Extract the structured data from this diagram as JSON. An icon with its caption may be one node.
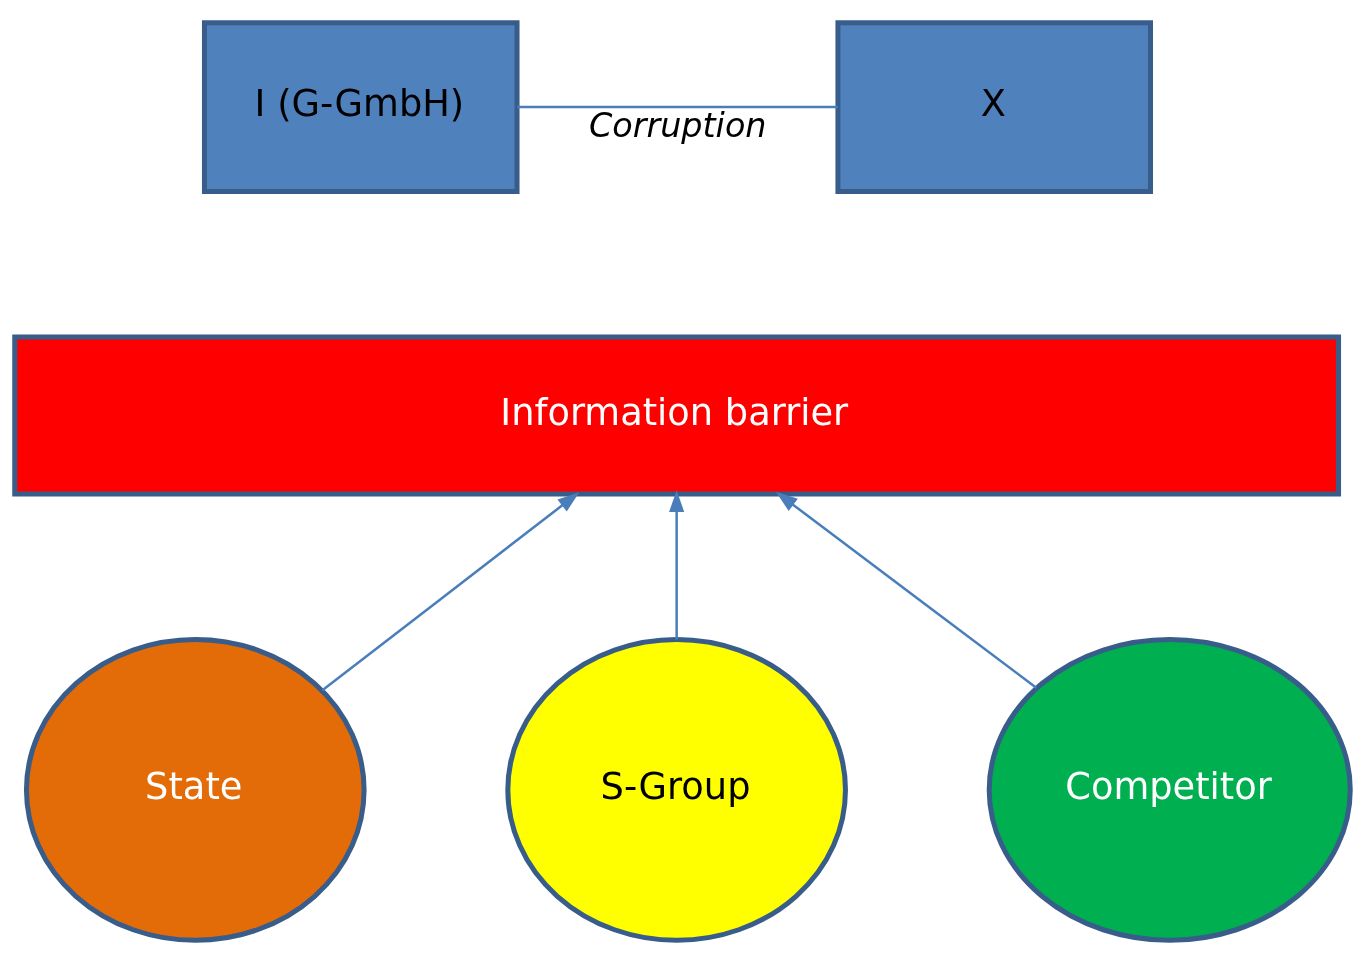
{
  "diagram": {
    "nodes": [
      {
        "text": [
          "I (G-GmbH)"
        ]
      },
      {
        "text": [
          "X"
        ]
      },
      {
        "text": [
          "Information barrier"
        ]
      },
      {
        "text": [
          "State"
        ]
      },
      {
        "text": [
          "S-Group"
        ]
      },
      {
        "text": [
          "Competitor"
        ]
      }
    ],
    "edges": [
      {
        "from": 0,
        "to": 1,
        "arrow": "none",
        "label": "Corruption"
      },
      {
        "from": 3,
        "to": 2,
        "arrow": "to"
      },
      {
        "from": 4,
        "to": 2,
        "arrow": "to"
      },
      {
        "from": 5,
        "to": 2,
        "arrow": "to"
      }
    ]
  }
}
